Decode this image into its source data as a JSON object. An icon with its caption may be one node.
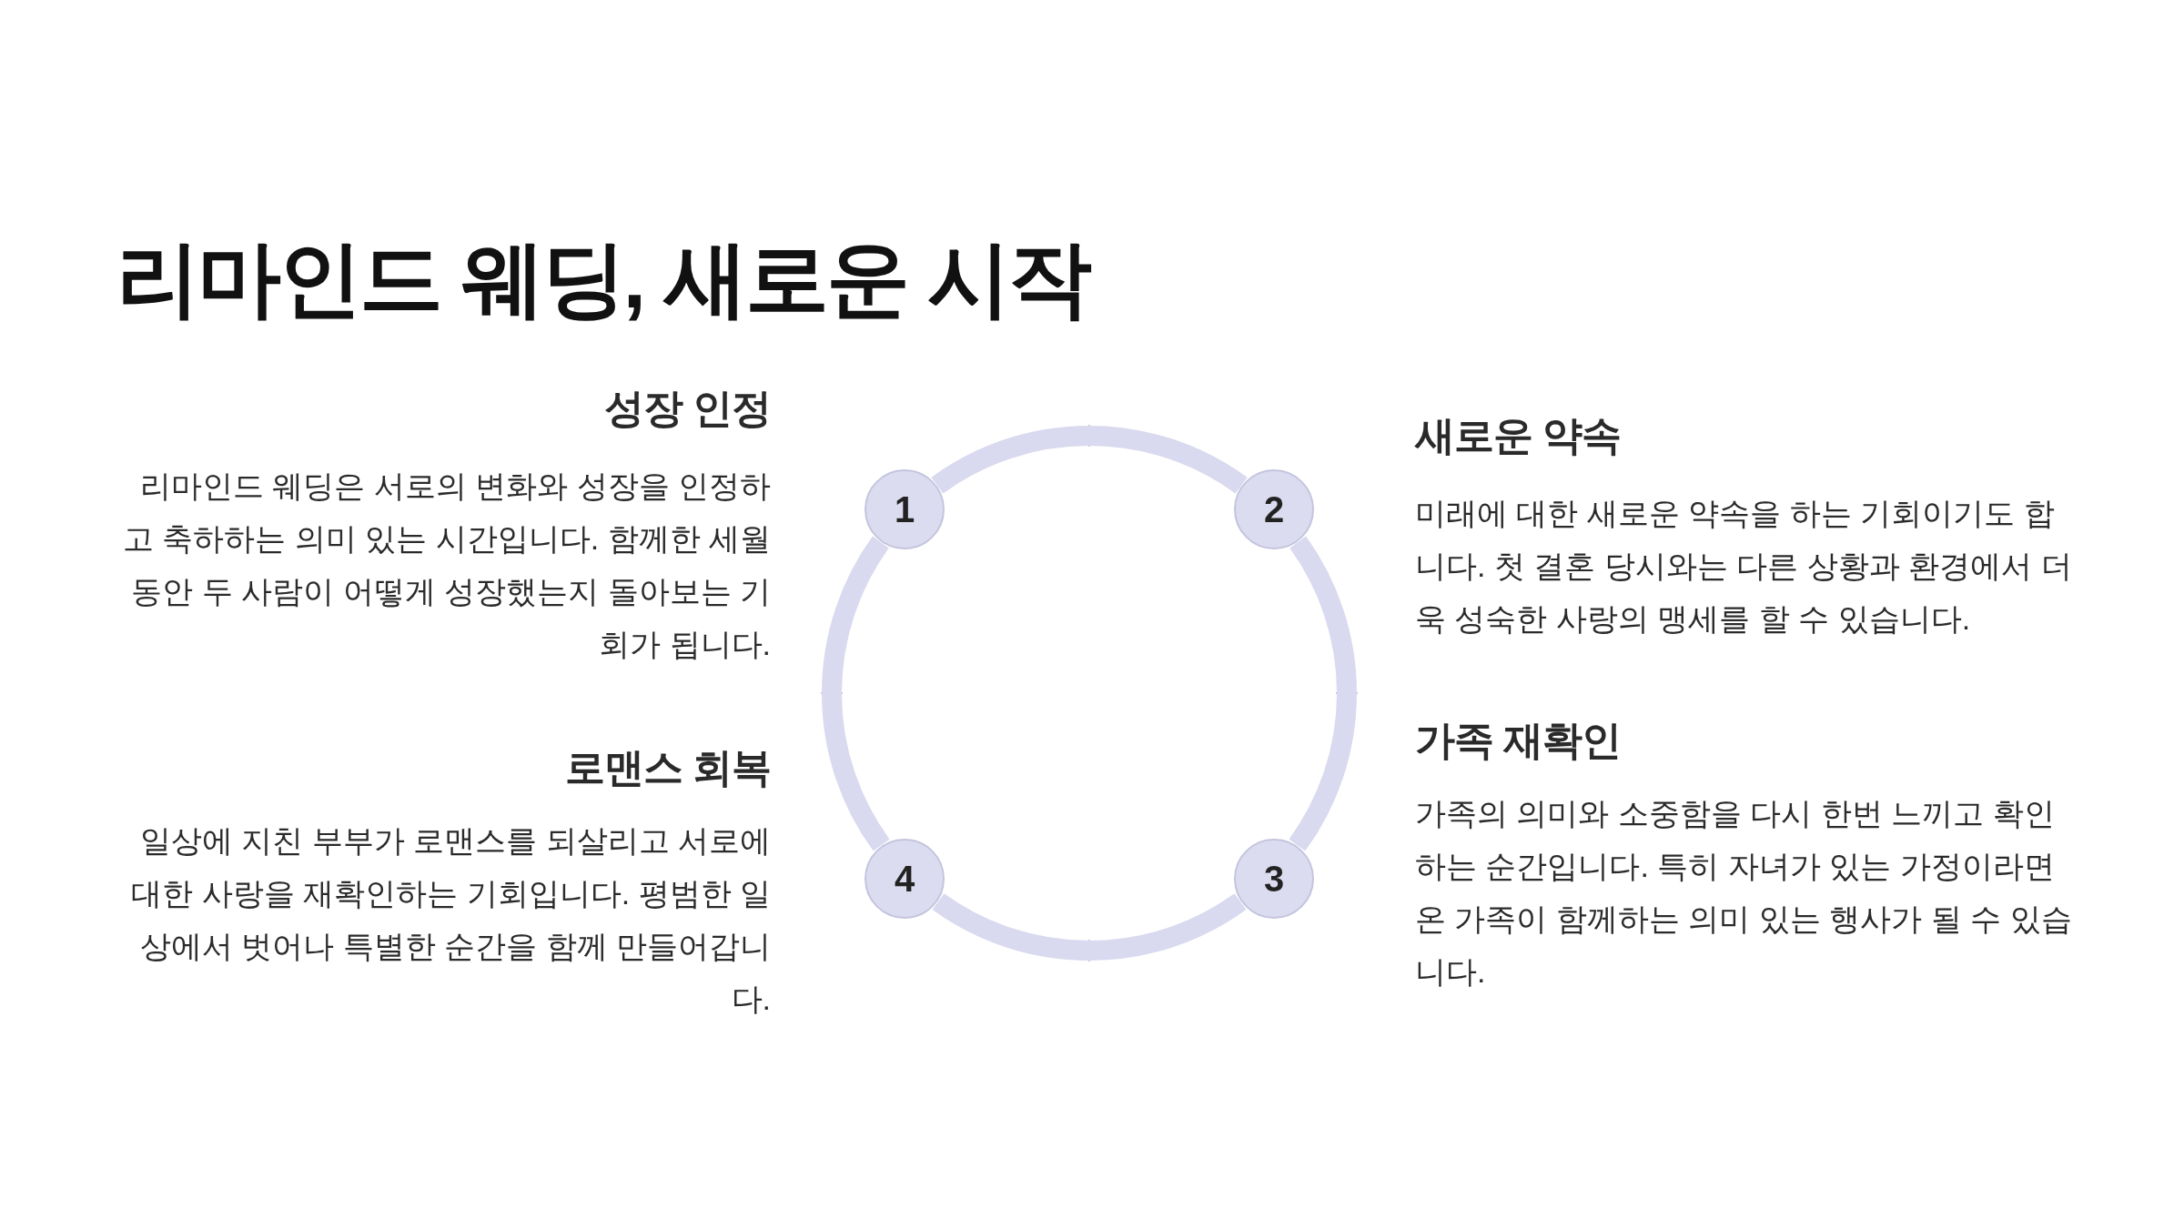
{
  "diagram": {
    "title": "리마인드 웨딩, 새로운 시작",
    "nodes": [
      {
        "text": [
          "1"
        ],
        "beside": [
          "성장 인정",
          "리마인드 웨딩은 서로의 변화와 성장을 인정하고 축하하는 의미 있는 시간입니다. 함께한 세월 동안 두 사람이 어떻게 성장했는지 돌아보는 기회가 됩니다."
        ]
      },
      {
        "text": [
          "2"
        ],
        "beside": [
          "새로운 약속",
          "미래에 대한 새로운 약속을 하는 기회이기도 합니다. 첫 결혼 당시와는 다른 상황과 환경에서 더욱 성숙한 사랑의 맹세를 할 수 있습니다."
        ]
      },
      {
        "text": [
          "4"
        ],
        "beside": [
          "로맨스 회복",
          "일상에 지친 부부가 로맨스를 되살리고 서로에 대한 사랑을 재확인하는 기회입니다. 평범한 일상에서 벗어나 특별한 순간을 함께 만들어갑니다."
        ]
      },
      {
        "text": [
          "3"
        ],
        "beside": [
          "가족 재확인",
          "가족의 의미와 소중함을 다시 한번 느끼고 확인하는 순간입니다. 특히 자녀가 있는 가정이라면 온 가족이 함께하는 의미 있는 행사가 될 수 있습니다."
        ]
      }
    ],
    "edges": [
      {
        "from": 0,
        "to": 1,
        "arrow": "none"
      },
      {
        "from": 1,
        "to": 3,
        "arrow": "none"
      },
      {
        "from": 3,
        "to": 2,
        "arrow": "none"
      },
      {
        "from": 2,
        "to": 0,
        "arrow": "none"
      }
    ]
  }
}
